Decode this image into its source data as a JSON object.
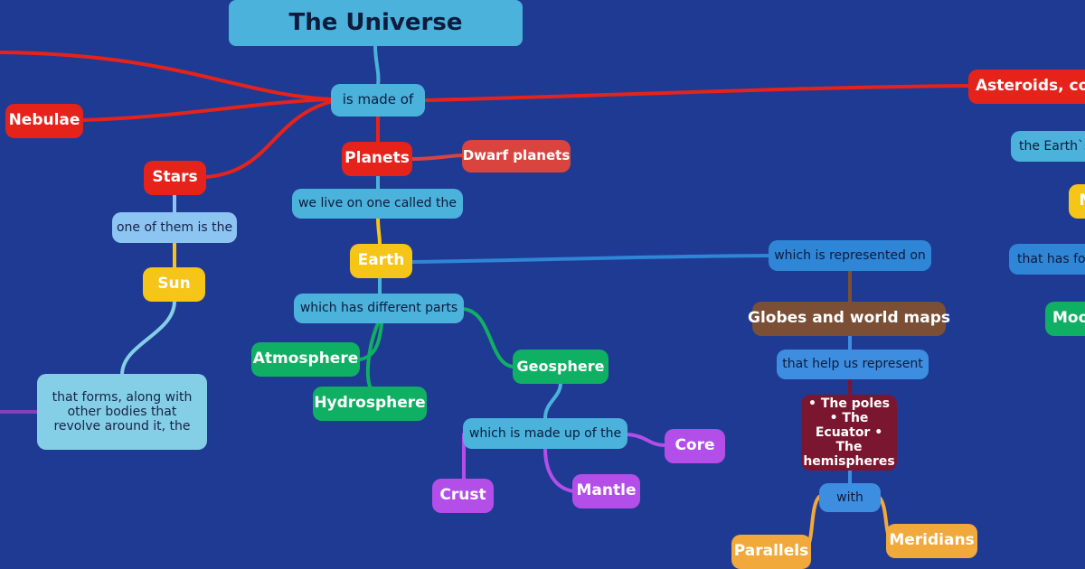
{
  "title": "The Universe",
  "links": {
    "is_made_of": "is made of",
    "we_live_on": "we live on one called the",
    "one_of_them": "one of them is the",
    "that_forms": "that forms, along with other bodies that revolve around it, the",
    "different_parts": "which has different parts",
    "made_up_of": "which is made up of the",
    "represented_on": "which is represented on",
    "help_represent": "that help us represent",
    "with": "with",
    "the_earth_edge": "the Earth`s",
    "that_has_edge": "that has fo"
  },
  "concepts": {
    "nebulae": "Nebulae",
    "stars": "Stars",
    "planets": "Planets",
    "dwarf_planets": "Dwarf planets",
    "asteroids_edge": "Asteroids, com",
    "sun": "Sun",
    "earth": "Earth",
    "atmosphere": "Atmosphere",
    "hydrosphere": "Hydrosphere",
    "geosphere": "Geosphere",
    "core": "Core",
    "mantle": "Mantle",
    "crust": "Crust",
    "globes_maps": "Globes and world maps",
    "poles": "• The poles • The Ecuator • The hemispheres",
    "parallels": "Parallels",
    "meridians": "Meridians",
    "m_edge": "M",
    "moon_edge": "Moo"
  },
  "colors": {
    "background": "#1f3a93",
    "red_links": "#e5231b",
    "blue_links": "#2f86d6",
    "green_links": "#0fb063",
    "purple_links": "#b34ee8",
    "orange_links": "#f2a93b"
  }
}
